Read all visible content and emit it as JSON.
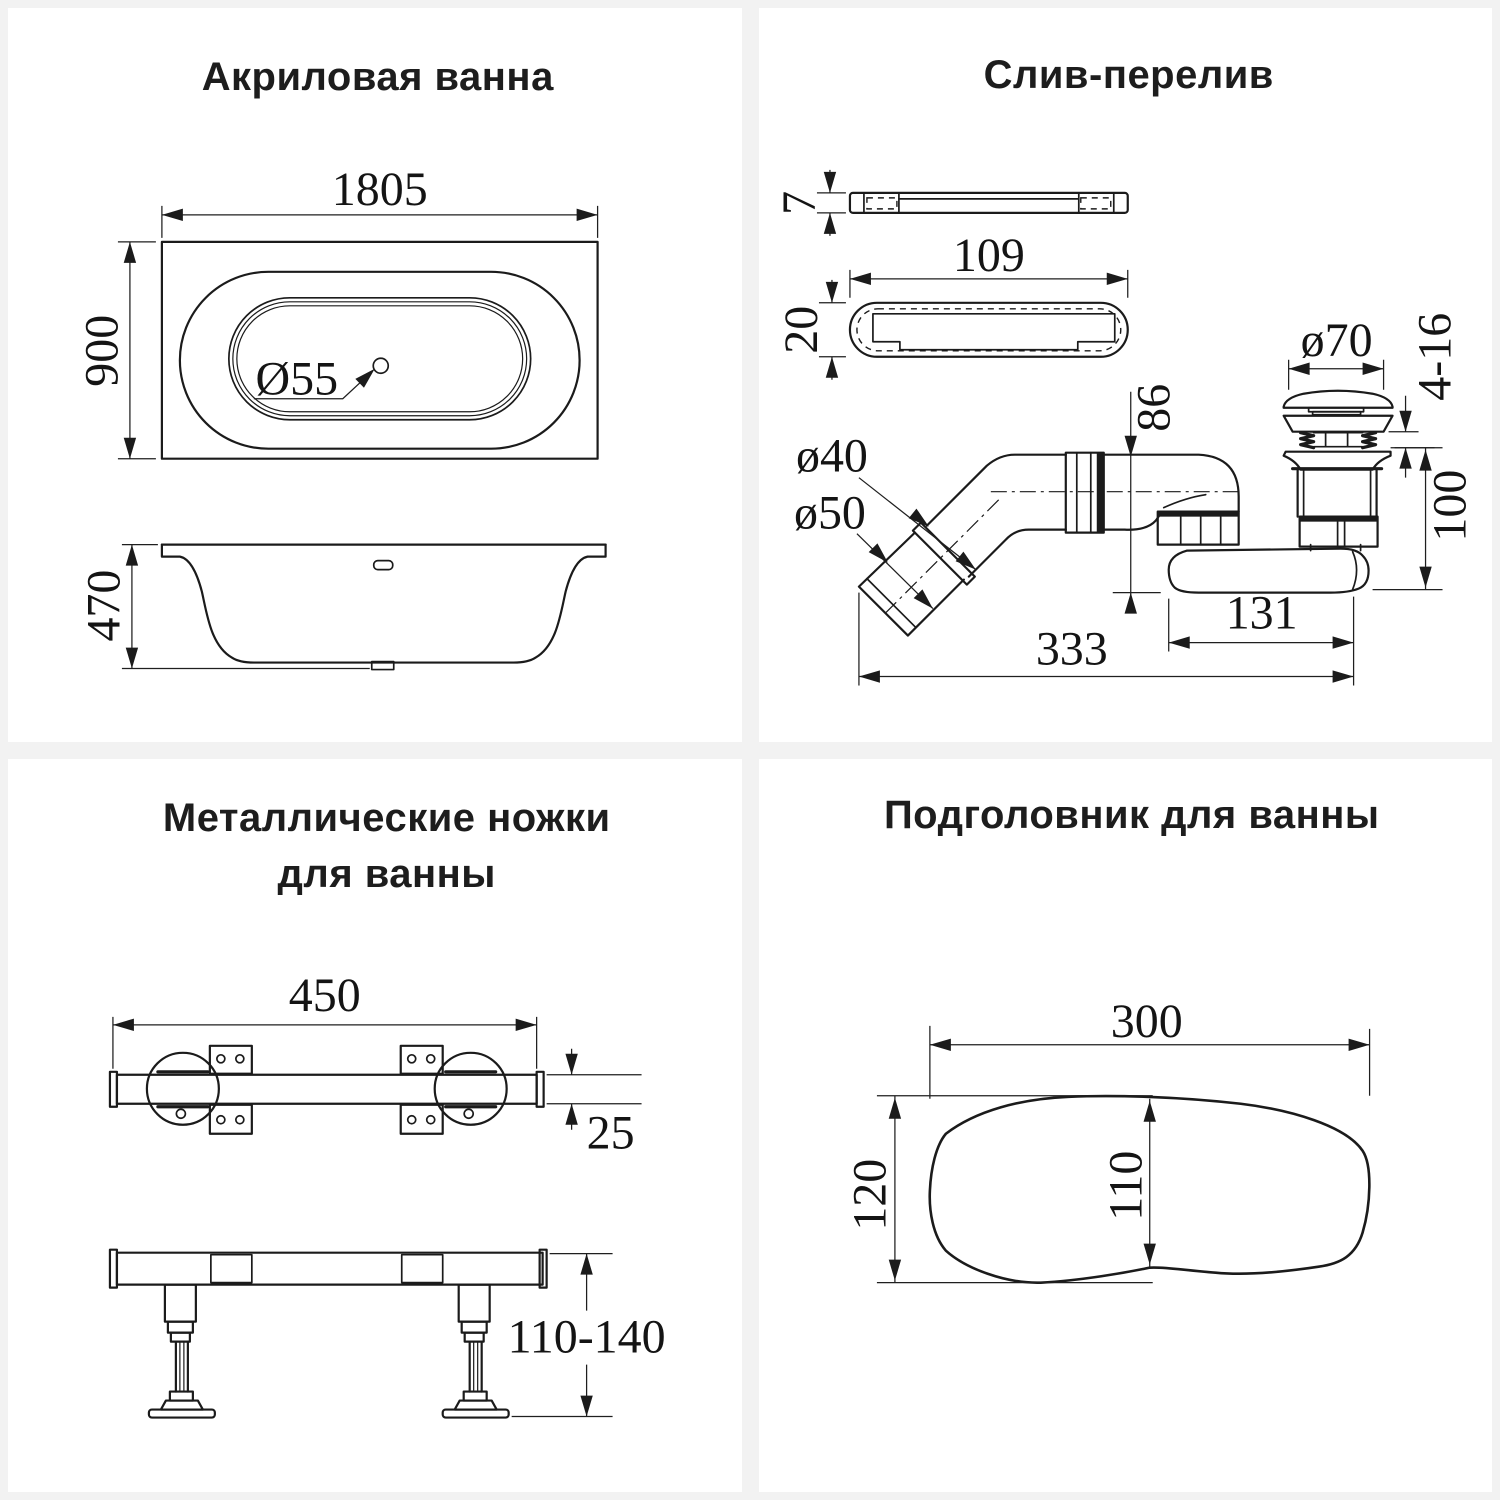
{
  "colors": {
    "background": "#f2f2f2",
    "panel": "#ffffff",
    "line": "#1b1b1b",
    "text": "#1d1d1d"
  },
  "panels": {
    "bathtub": {
      "title": "Акриловая ванна",
      "dims": {
        "length": "1805",
        "width": "900",
        "drain_hole": "Ø55",
        "depth": "470"
      }
    },
    "overflow": {
      "title": "Слив-перелив",
      "dims": {
        "plate_thickness": "7",
        "plate_length": "109",
        "plate_height": "20",
        "cap_diameter": "ø70",
        "cap_range": "4-16",
        "riser_height": "86",
        "pipe_small": "ø40",
        "pipe_large": "ø50",
        "drain_height": "100",
        "body_length": "131",
        "total_length": "333"
      }
    },
    "legs": {
      "title_line1": "Металлические ножки",
      "title_line2": "для ванны",
      "dims": {
        "span": "450",
        "tube": "25",
        "height": "110-140"
      }
    },
    "headrest": {
      "title": "Подголовник для ванны",
      "dims": {
        "width": "300",
        "height": "120",
        "inner_height": "110"
      }
    }
  }
}
